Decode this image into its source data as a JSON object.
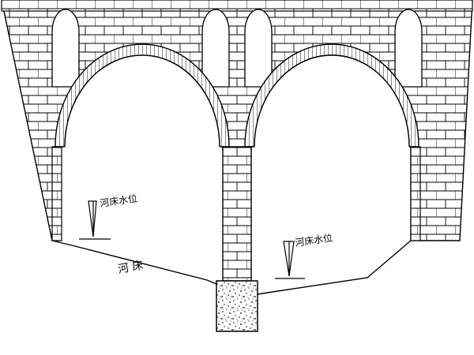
{
  "labels": {
    "water_level_left": "河床水位",
    "water_level_right": "河床水位",
    "riverbed": "河 床"
  },
  "colors": {
    "line": "#000000",
    "background": "#ffffff"
  }
}
